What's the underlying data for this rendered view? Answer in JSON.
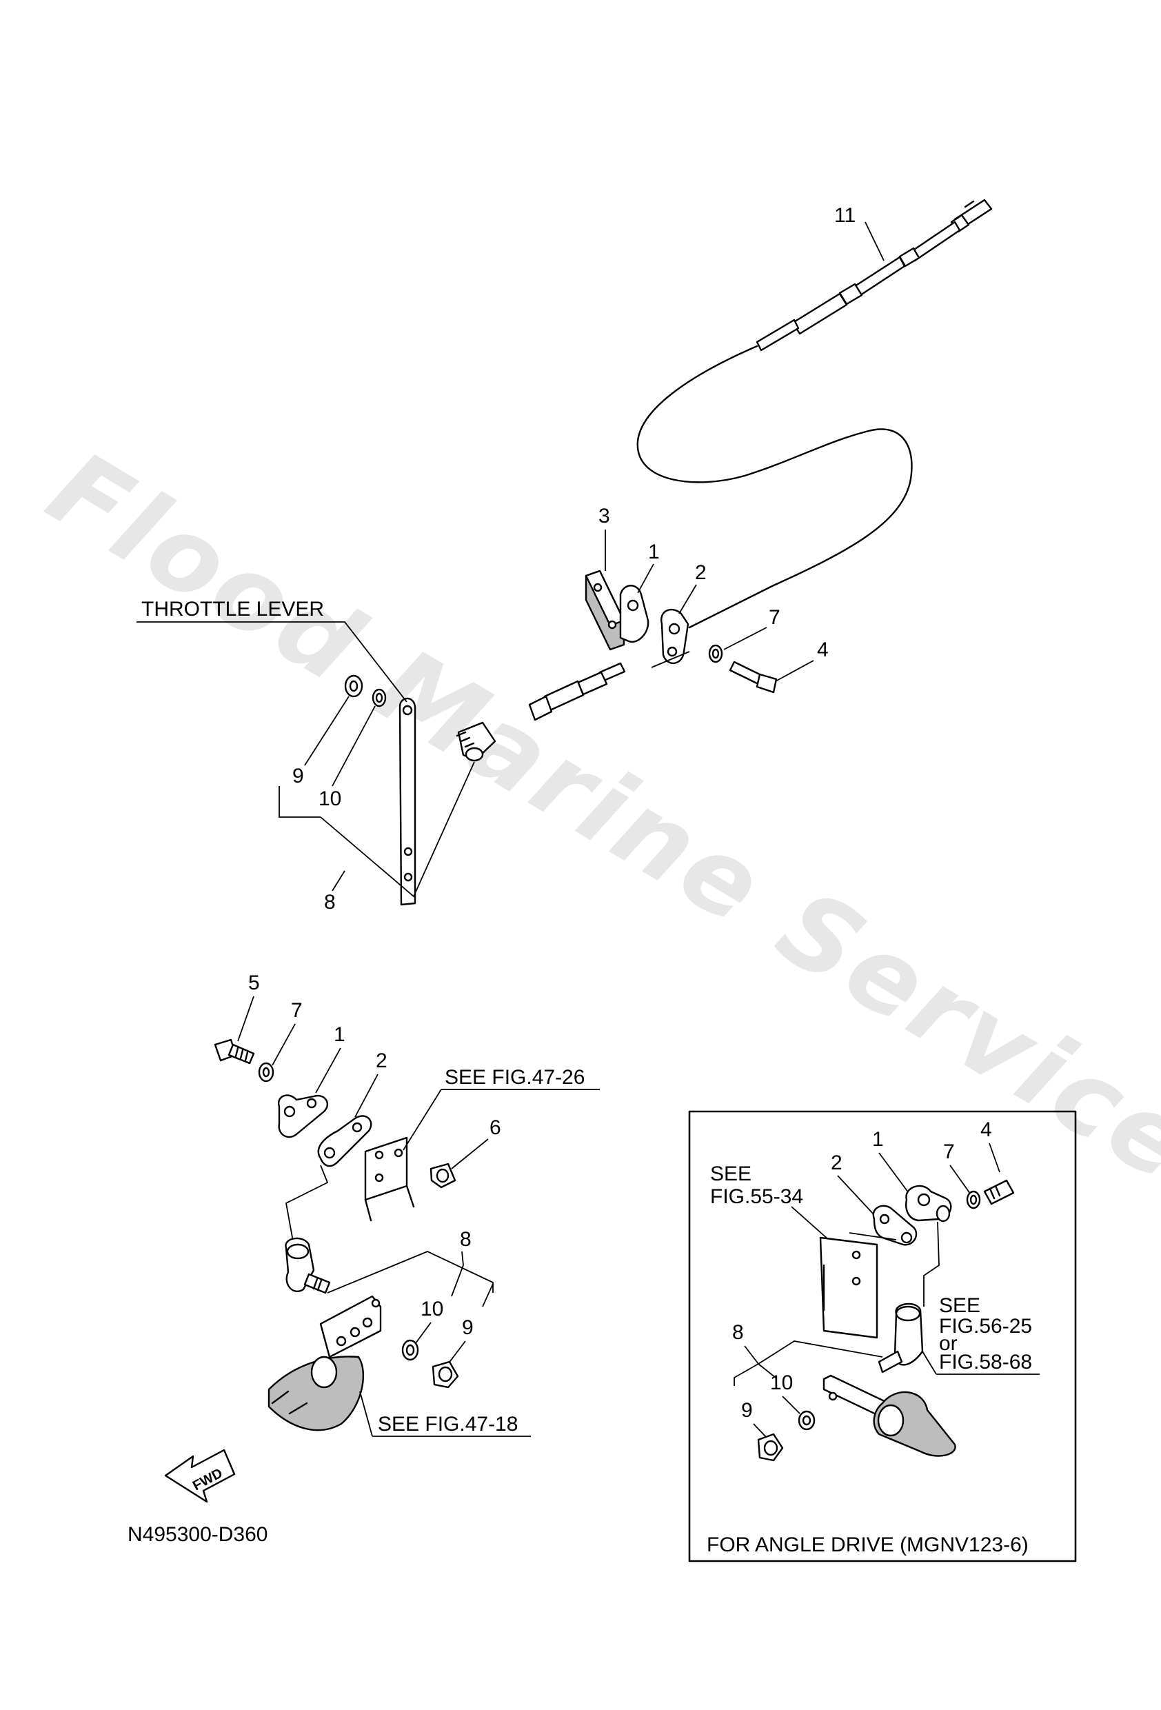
{
  "watermark": "Flood Marine Services",
  "diagram_code": "N495300-D360",
  "fwd_label": "FWD",
  "top_assembly": {
    "throttle_lever_label": "THROTTLE LEVER",
    "callouts": [
      "11",
      "3",
      "1",
      "2",
      "7",
      "4",
      "9",
      "10",
      "8"
    ]
  },
  "bottom_left_assembly": {
    "see_ref_top": "SEE FIG.47-26",
    "see_ref_bottom": "SEE FIG.47-18",
    "callouts": [
      "5",
      "7",
      "1",
      "2",
      "6",
      "8",
      "10",
      "9"
    ]
  },
  "angle_drive_box": {
    "caption": "FOR ANGLE DRIVE (MGNV123-6)",
    "see_ref_left_line1": "SEE",
    "see_ref_left_line2": "FIG.55-34",
    "see_ref_right_line1": "SEE",
    "see_ref_right_line2": "FIG.56-25",
    "see_ref_right_line3": "or",
    "see_ref_right_line4": "FIG.58-68",
    "callouts": [
      "1",
      "4",
      "2",
      "7",
      "8",
      "10",
      "9"
    ]
  }
}
